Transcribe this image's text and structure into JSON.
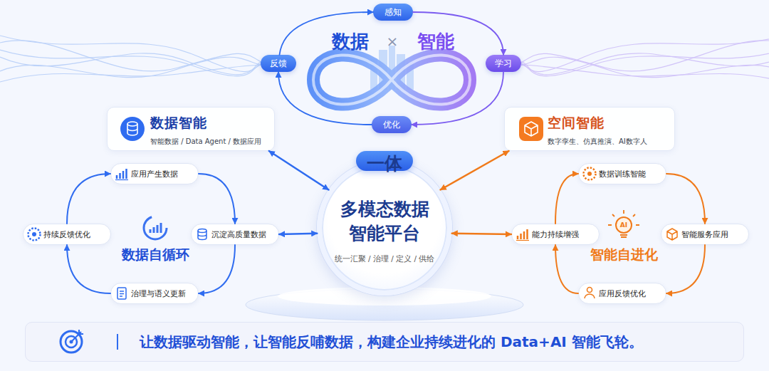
{
  "diagram": {
    "nodes": [
      {
        "text": [
          "感知"
        ]
      },
      {
        "text": [
          "反馈"
        ]
      },
      {
        "text": [
          "学习"
        ]
      },
      {
        "text": [
          "优化"
        ]
      },
      {
        "text": [
          "数据智能",
          "智能数据 / Data Agent / 数据应用"
        ]
      },
      {
        "text": [
          "空间智能",
          "数字孪生、仿真推演、AI数字人"
        ]
      },
      {
        "text": [
          "应用产生数据"
        ]
      },
      {
        "text": [
          "数据训练智能"
        ]
      },
      {
        "text": [
          "多模态数据 智能平台",
          "统一汇聚 / 治理 / 定义 / 供给"
        ]
      },
      {
        "text": [
          "一体"
        ],
        "in": 8
      },
      {
        "text": [
          "持续反馈优化"
        ]
      },
      {
        "text": [
          "沉淀高质量数据"
        ]
      },
      {
        "text": [
          "能力持续增强"
        ]
      },
      {
        "text": [
          "智能服务应用"
        ]
      },
      {
        "text": [
          "治理与语义更新"
        ]
      },
      {
        "text": [
          "应用反馈优化"
        ]
      },
      {
        "text": [
          "让数据驱动智能，让智能反哺数据，构建企业持续进化的 Data+AI 智能飞轮。"
        ]
      }
    ],
    "edges": [
      {
        "from": 1,
        "to": 0,
        "arrow": "to"
      },
      {
        "from": 0,
        "to": 2,
        "arrow": "to"
      },
      {
        "from": 2,
        "to": 3,
        "arrow": "to"
      },
      {
        "from": 3,
        "to": 1,
        "arrow": "to"
      },
      {
        "from": 4,
        "to": 8,
        "arrow": "both"
      },
      {
        "from": 5,
        "to": 8,
        "arrow": "both"
      },
      {
        "from": 6,
        "to": 11,
        "arrow": "to"
      },
      {
        "from": 11,
        "to": 14,
        "arrow": "to"
      },
      {
        "from": 14,
        "to": 10,
        "arrow": "to"
      },
      {
        "from": 10,
        "to": 6,
        "arrow": "to"
      },
      {
        "from": 11,
        "to": 8,
        "arrow": "both"
      },
      {
        "from": 7,
        "to": 13,
        "arrow": "to"
      },
      {
        "from": 13,
        "to": 15,
        "arrow": "to"
      },
      {
        "from": 15,
        "to": 12,
        "arrow": "to"
      },
      {
        "from": 12,
        "to": 7,
        "arrow": "to"
      },
      {
        "from": 12,
        "to": 8,
        "arrow": "both"
      }
    ],
    "labels": [
      "数据",
      "×",
      "智能",
      "数据自循环",
      "AI",
      "智能自进化"
    ]
  }
}
